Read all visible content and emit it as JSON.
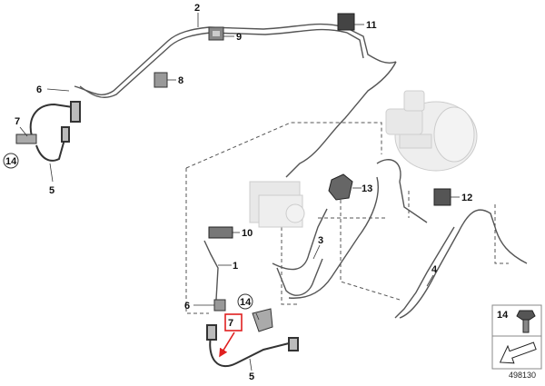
{
  "callouts": {
    "c1": "1",
    "c2": "2",
    "c3": "3",
    "c4": "4",
    "c5a": "5",
    "c5b": "5",
    "c6a": "6",
    "c6b": "6",
    "c7a": "7",
    "c7b": "7",
    "c8": "8",
    "c9": "9",
    "c10": "10",
    "c11": "11",
    "c12": "12",
    "c13": "13",
    "c14a": "14",
    "c14b": "14"
  },
  "legend": {
    "bolt_label": "14"
  },
  "reference_number": "498130",
  "colors": {
    "line": "#444444",
    "highlight": "#e02020",
    "part_fill": "#d9d9d9"
  },
  "icons": [
    "bolt-icon",
    "arrow-icon"
  ]
}
